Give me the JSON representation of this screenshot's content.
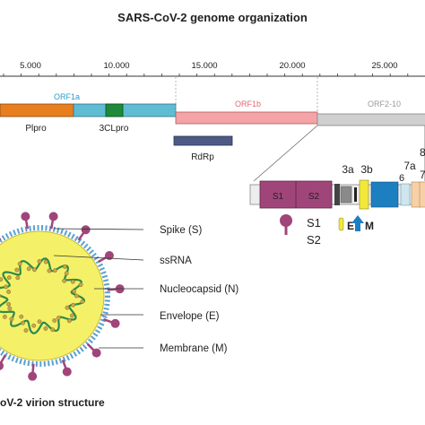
{
  "title": "SARS-CoV-2 genome organization",
  "ruler": {
    "ticks": [
      "5.000",
      "10.000",
      "15.000",
      "20.000",
      "25.000"
    ]
  },
  "orfs": {
    "orf1a": "ORF1a",
    "orf1b": "ORF1b",
    "orf2_10": "ORF2-10"
  },
  "domains": {
    "plpro": "Plpro",
    "clpro": "3CLpro",
    "rdrp": "RdRp"
  },
  "genes": {
    "s1": "S1",
    "s2": "S2",
    "g3a": "3a",
    "g3b": "3b",
    "g6": "6",
    "g7a": "7a",
    "g7": "7",
    "g8": "8"
  },
  "proteins": {
    "s1": "S1",
    "s2": "S2",
    "e": "E",
    "m": "M"
  },
  "virion": {
    "labels": [
      "Spike (S)",
      "ssRNA",
      "Nucleocapsid (N)",
      "Envelope (E)",
      "Membrane (M)"
    ],
    "caption": "oV-2 virion structure"
  },
  "colors": {
    "plpro": "#e87e1e",
    "orf1a": "#5fbcd3",
    "clpro": "#1f8a3a",
    "orf1b": "#f4a3a7",
    "rdrp": "#4e5a86",
    "orf2_10": "#cfcfcf",
    "spike": "#a0457a",
    "envelope": "#f2e83a",
    "membrane": "#1e7fc0",
    "virion_fill": "#f4f169",
    "rna": "#2e8a4a"
  }
}
